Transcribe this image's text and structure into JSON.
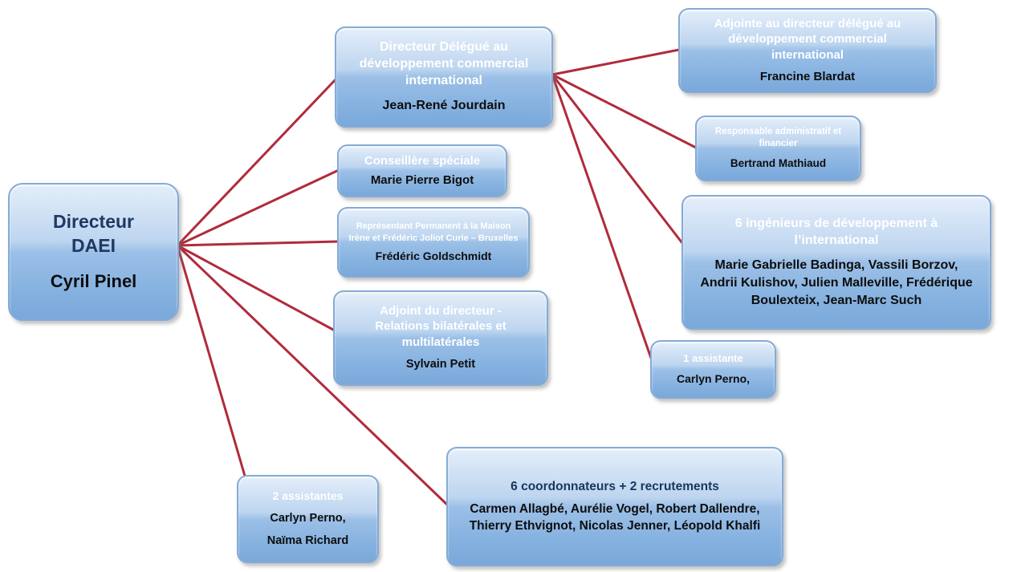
{
  "diagram": {
    "connector_color": "#b02b3c",
    "nodes": {
      "directeur": {
        "title": "Directeur DAEI",
        "name": "Cyril Pinel"
      },
      "delegue": {
        "title": "Directeur Délégué au développement commercial international",
        "name": "Jean-René Jourdain"
      },
      "conseillere": {
        "title": "Conseillère spéciale",
        "name": "Marie Pierre Bigot"
      },
      "representant": {
        "title": "Représentant Permanent à la Maison Irène et Frédéric Joliot Curie – Bruxelles",
        "name": "Frédéric Goldschmidt"
      },
      "adjoint": {
        "title": "Adjoint du directeur - Relations bilatérales et multilatérales",
        "name": "Sylvain Petit"
      },
      "adjointe": {
        "title": "Adjointe au directeur délégué au développement commercial international",
        "name": "Francine Blardat"
      },
      "responsable": {
        "title": "Responsable administratif et financier",
        "name": "Bertrand Mathiaud"
      },
      "ingenieurs": {
        "title": "6 ingénieurs de développement à l’international",
        "name": "Marie Gabrielle Badinga, Vassili Borzov, Andrii Kulishov, Julien Malleville, Frédérique Boulexteix, Jean-Marc Such"
      },
      "assistante1": {
        "title": "1 assistante",
        "name": "Carlyn Perno,"
      },
      "assistantes2": {
        "title": "2 assistantes",
        "name1": "Carlyn Perno,",
        "name2": "Naïma Richard"
      },
      "coordonnateurs": {
        "title": "6 coordonnateurs + 2  recrutements",
        "name": "Carmen Allagbé, Aurélie Vogel, Robert Dallendre, Thierry Ethvignot, Nicolas Jenner, Léopold Khalfi"
      }
    },
    "edges": [
      {
        "from": "directeur",
        "to": "delegue"
      },
      {
        "from": "directeur",
        "to": "conseillere"
      },
      {
        "from": "directeur",
        "to": "representant"
      },
      {
        "from": "directeur",
        "to": "adjoint"
      },
      {
        "from": "directeur",
        "to": "assistantes2"
      },
      {
        "from": "directeur",
        "to": "coordonnateurs"
      },
      {
        "from": "delegue",
        "to": "adjointe"
      },
      {
        "from": "delegue",
        "to": "responsable"
      },
      {
        "from": "delegue",
        "to": "ingenieurs"
      },
      {
        "from": "delegue",
        "to": "assistante1"
      }
    ]
  }
}
